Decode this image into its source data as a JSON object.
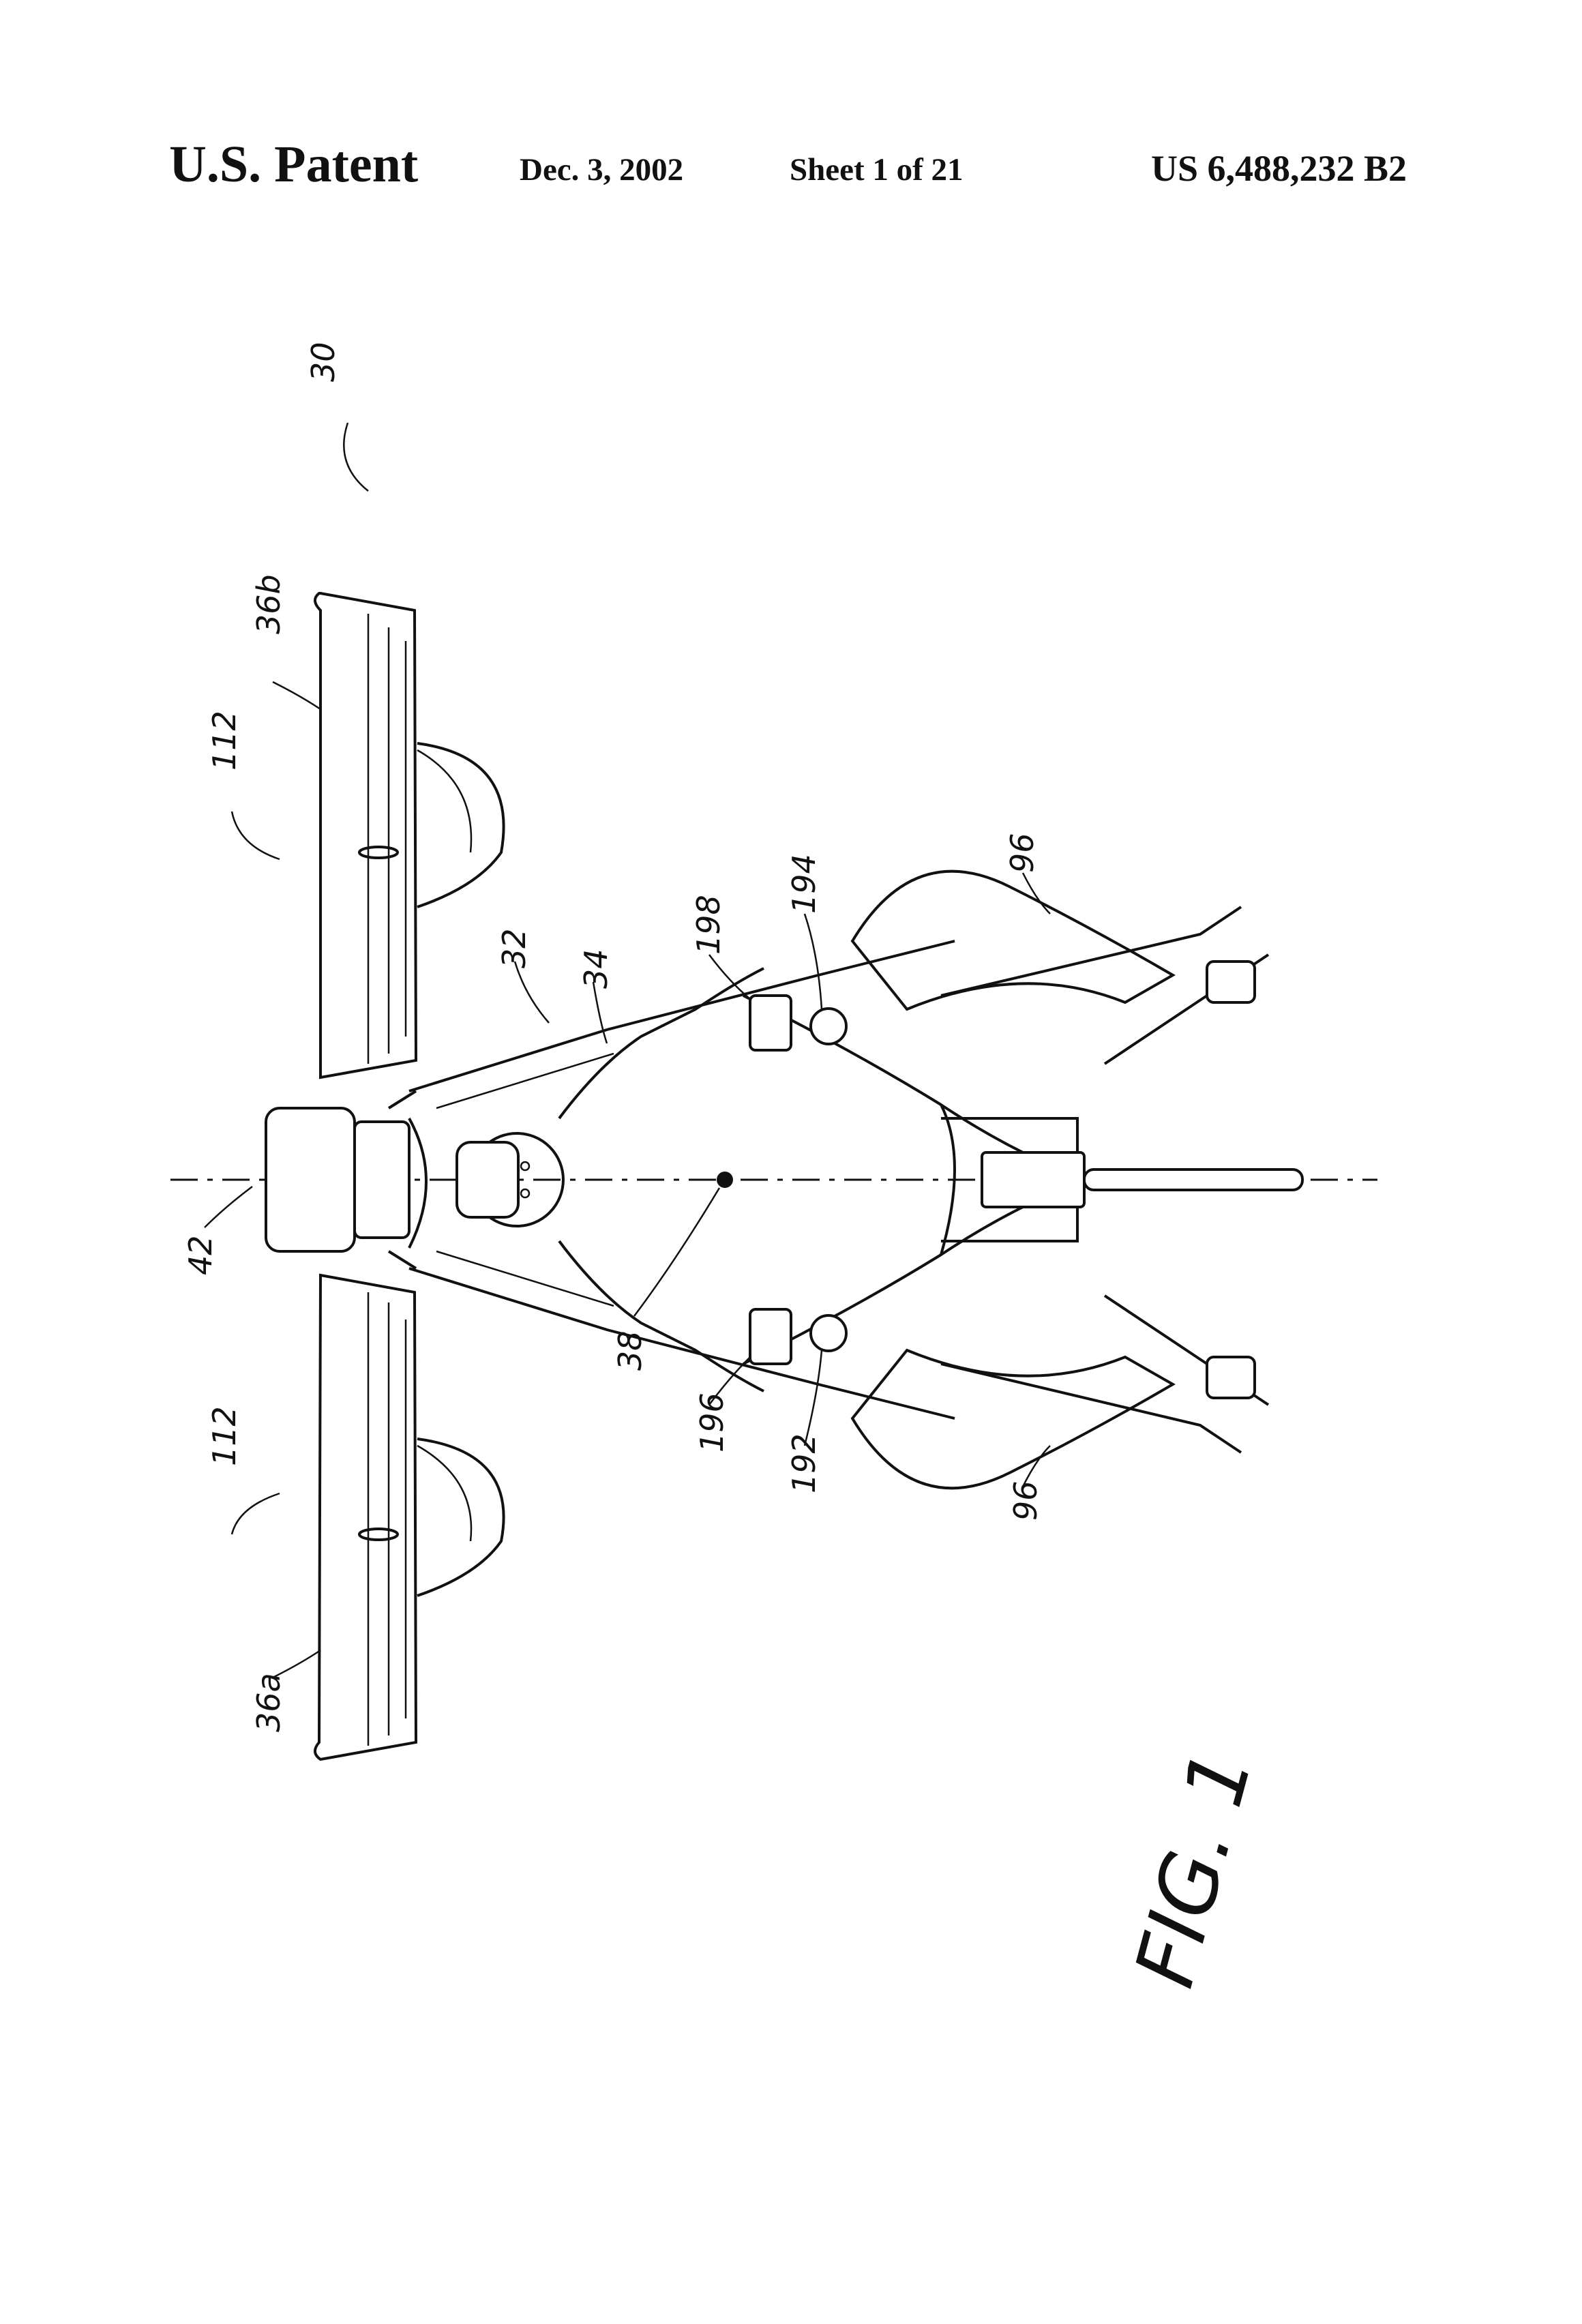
{
  "header": {
    "title": "U.S. Patent",
    "date": "Dec. 3, 2002",
    "sheet": "Sheet 1 of 21",
    "patent_number": "US 6,488,232 B2"
  },
  "figure": {
    "caption": "FIG. 1",
    "reference_numerals": {
      "r30": "30",
      "r36b": "36b",
      "r112_top": "112",
      "r112_bottom": "112",
      "r32": "32",
      "r34": "34",
      "r198": "198",
      "r194": "194",
      "r96_top": "96",
      "r96_bottom": "96",
      "r42": "42",
      "r38": "38",
      "r196": "196",
      "r192": "192",
      "r36a": "36a"
    }
  }
}
